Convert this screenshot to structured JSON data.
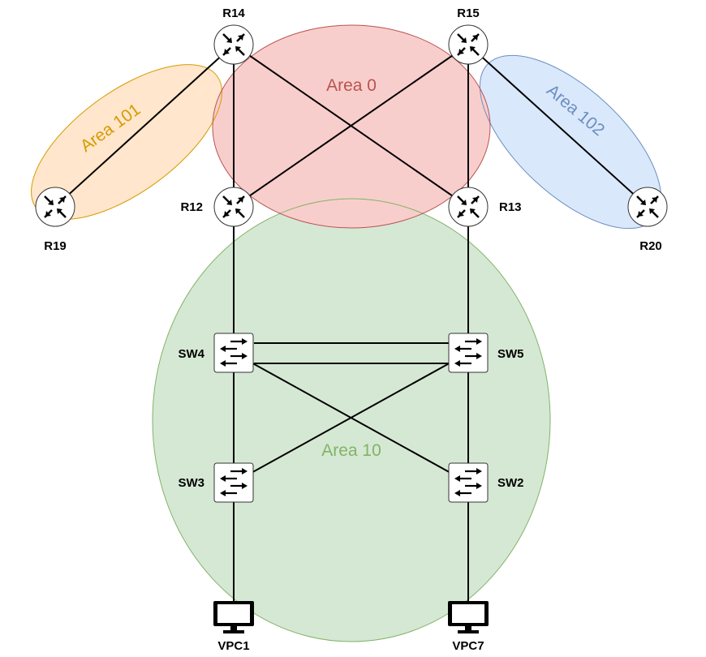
{
  "areas": {
    "area0": {
      "label": "Area 0",
      "fill": "#f8cecc",
      "stroke": "#b85450",
      "text_color": "#b85450"
    },
    "area10": {
      "label": "Area 10",
      "fill": "#d5e8d4",
      "stroke": "#82b366",
      "text_color": "#82b366"
    },
    "area101": {
      "label": "Area 101",
      "fill": "#ffe6cc",
      "stroke": "#d79b00",
      "text_color": "#d79b00"
    },
    "area102": {
      "label": "Area 102",
      "fill": "#dae8fc",
      "stroke": "#6c8ebf",
      "text_color": "#6c8ebf"
    }
  },
  "nodes": {
    "r14": {
      "label": "R14",
      "type": "router"
    },
    "r15": {
      "label": "R15",
      "type": "router"
    },
    "r12": {
      "label": "R12",
      "type": "router"
    },
    "r13": {
      "label": "R13",
      "type": "router"
    },
    "r19": {
      "label": "R19",
      "type": "router"
    },
    "r20": {
      "label": "R20",
      "type": "router"
    },
    "sw4": {
      "label": "SW4",
      "type": "switch"
    },
    "sw5": {
      "label": "SW5",
      "type": "switch"
    },
    "sw3": {
      "label": "SW3",
      "type": "switch"
    },
    "sw2": {
      "label": "SW2",
      "type": "switch"
    },
    "vpc1": {
      "label": "VPC1",
      "type": "pc"
    },
    "vpc7": {
      "label": "VPC7",
      "type": "pc"
    }
  },
  "links": [
    [
      "r14",
      "r12"
    ],
    [
      "r14",
      "r13"
    ],
    [
      "r15",
      "r12"
    ],
    [
      "r15",
      "r13"
    ],
    [
      "r14",
      "r19"
    ],
    [
      "r15",
      "r20"
    ],
    [
      "r12",
      "sw4"
    ],
    [
      "r13",
      "sw5"
    ],
    [
      "sw4",
      "sw5"
    ],
    [
      "sw4",
      "sw5"
    ],
    [
      "sw4",
      "sw3"
    ],
    [
      "sw4",
      "sw2"
    ],
    [
      "sw5",
      "sw3"
    ],
    [
      "sw5",
      "sw2"
    ],
    [
      "sw3",
      "vpc1"
    ],
    [
      "sw2",
      "vpc7"
    ]
  ]
}
